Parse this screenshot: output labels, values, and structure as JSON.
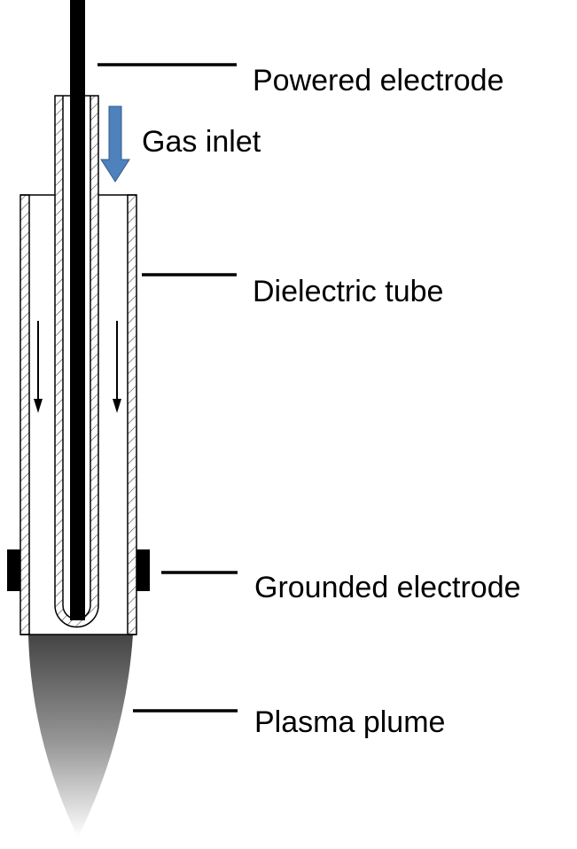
{
  "labels": {
    "powered_electrode": "Powered electrode",
    "gas_inlet": "Gas inlet",
    "dielectric_tube": "Dielectric tube",
    "grounded_electrode": "Grounded electrode",
    "plasma_plume": "Plasma plume"
  },
  "colors": {
    "outline": "#000000",
    "wall_fill": "#ffffff",
    "electrode": "#000000",
    "gas_inlet_arrow": "#4f81bd",
    "gas_inlet_arrow_edge": "#2f5d8f",
    "plume_top": "#444444",
    "plume_bottom": "#ffffff"
  },
  "icons": {
    "inlet_arrow": "down-arrow-icon",
    "flow_arrows": "down-arrow-icon"
  }
}
